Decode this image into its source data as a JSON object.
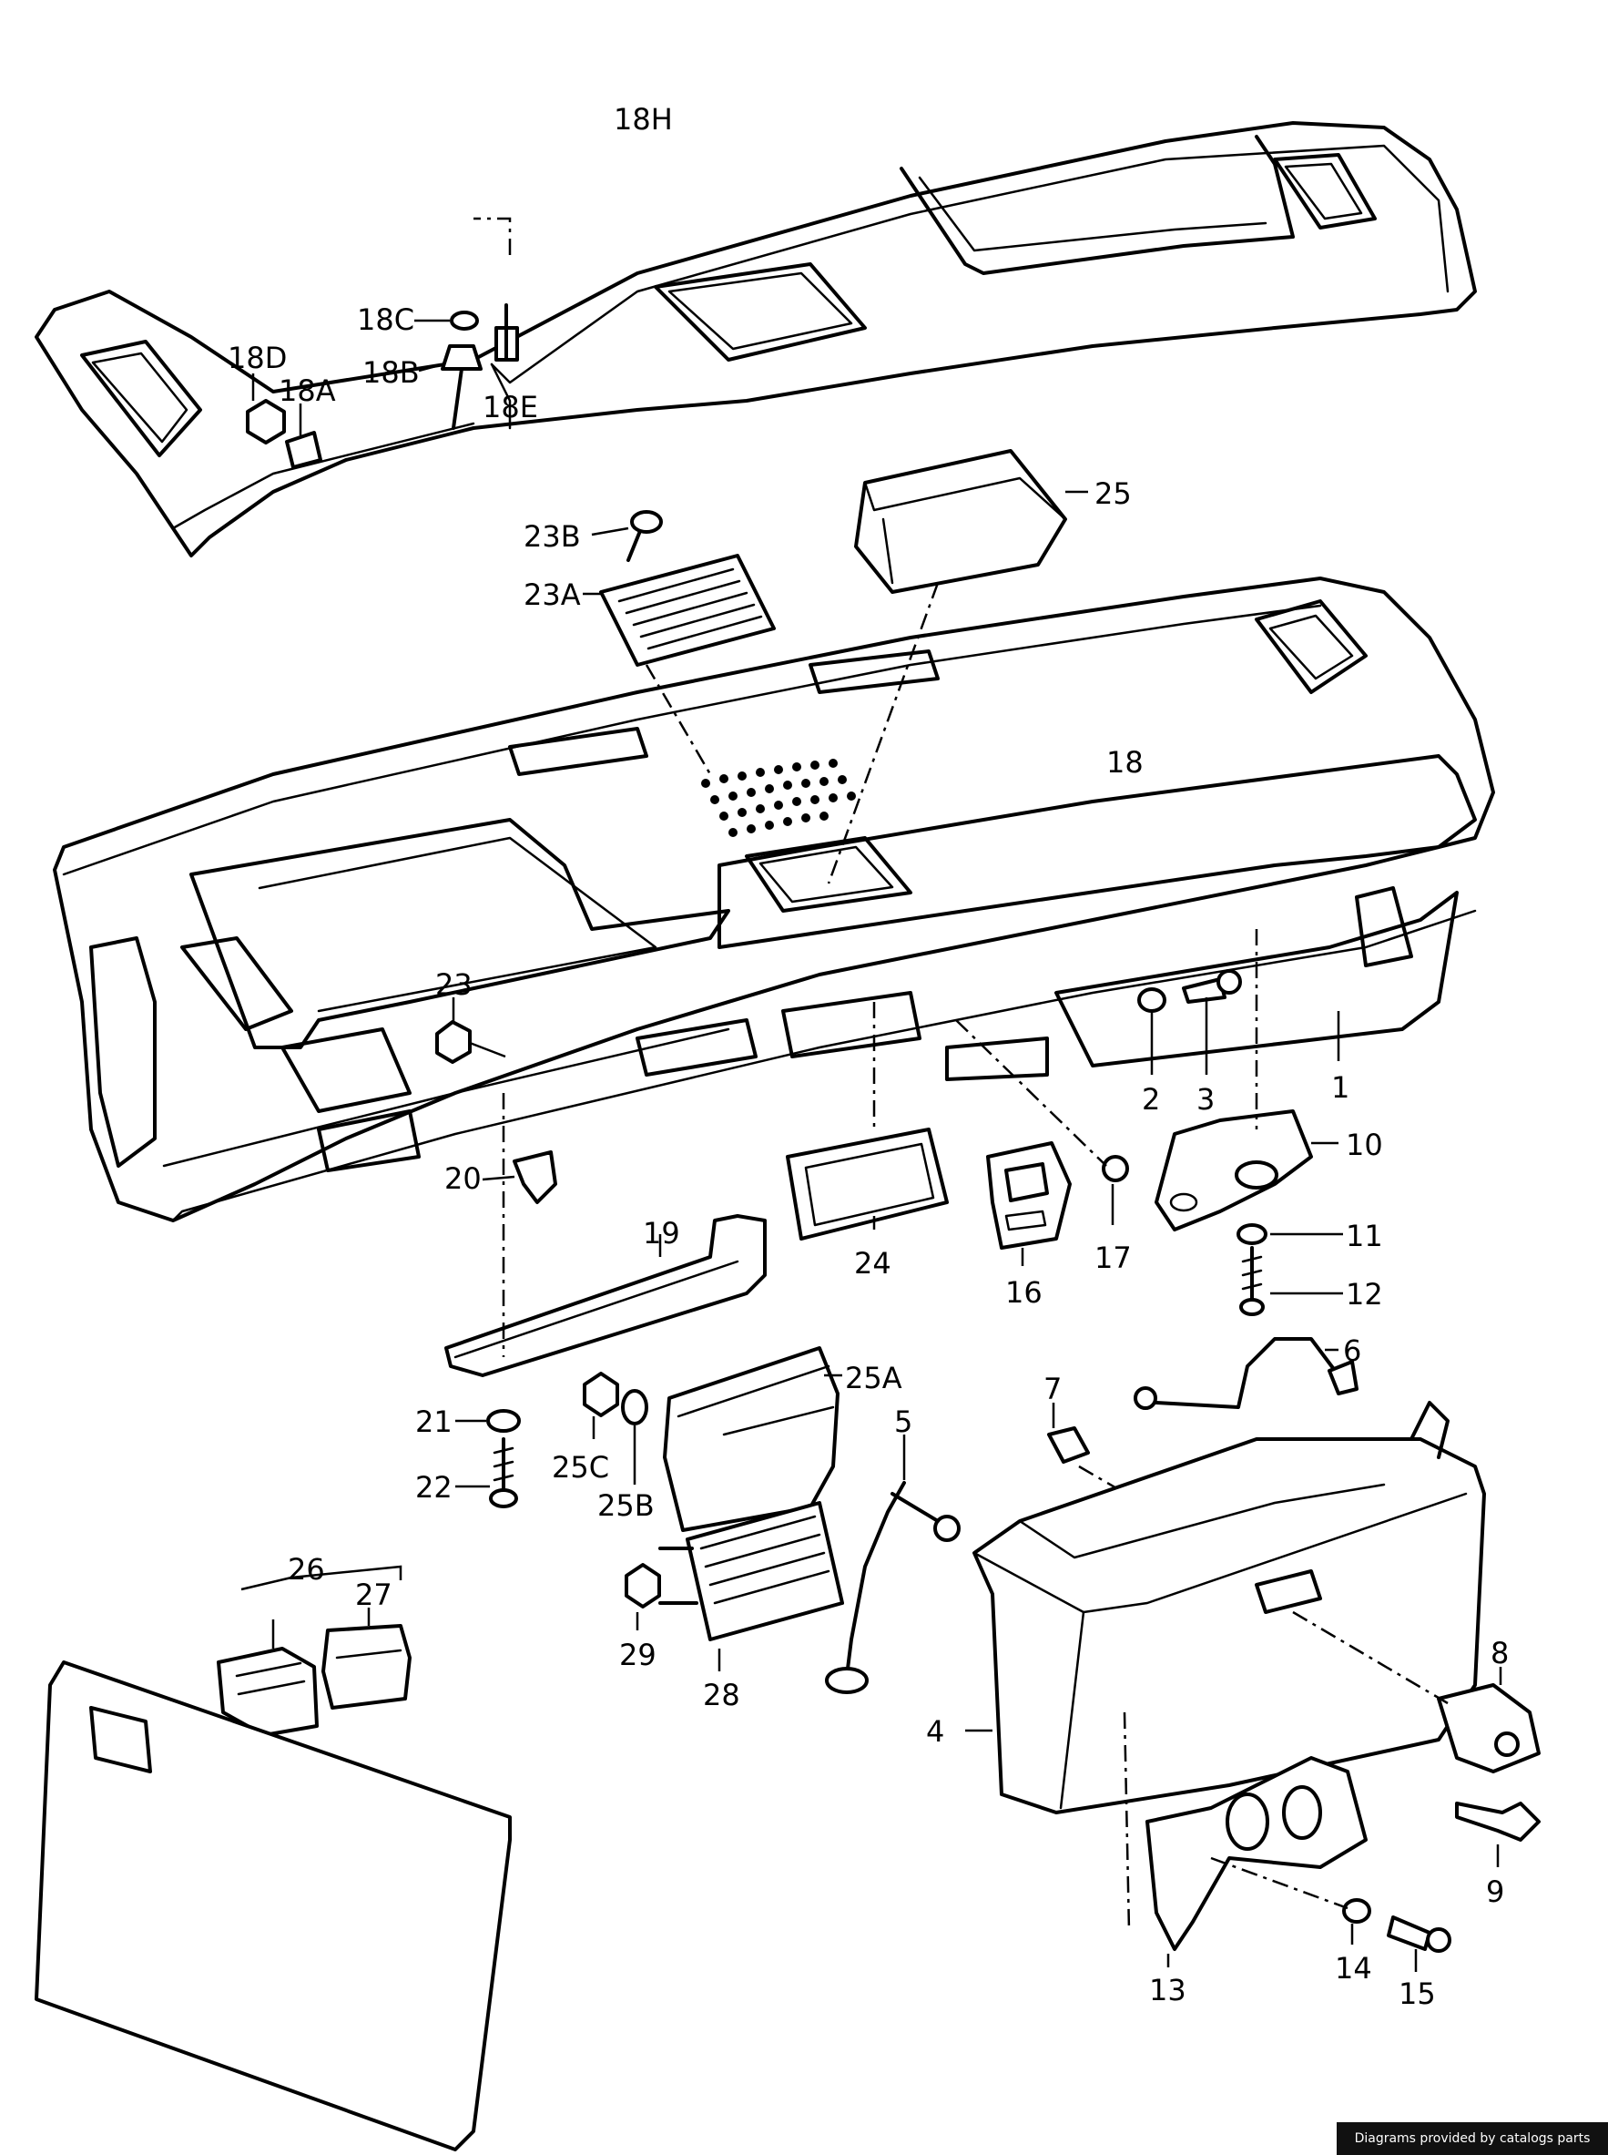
{
  "labels": [
    {
      "id": "18H",
      "text": "18H"
    },
    {
      "id": "18C",
      "text": "18C"
    },
    {
      "id": "18B",
      "text": "18B"
    },
    {
      "id": "18E",
      "text": "18E"
    },
    {
      "id": "18D",
      "text": "18D"
    },
    {
      "id": "18A",
      "text": "18A"
    },
    {
      "id": "25",
      "text": "25"
    },
    {
      "id": "23B",
      "text": "23B"
    },
    {
      "id": "23A",
      "text": "23A"
    },
    {
      "id": "18",
      "text": "18"
    },
    {
      "id": "23",
      "text": "23"
    },
    {
      "id": "2",
      "text": "2"
    },
    {
      "id": "3",
      "text": "3"
    },
    {
      "id": "1",
      "text": "1"
    },
    {
      "id": "10",
      "text": "10"
    },
    {
      "id": "20",
      "text": "20"
    },
    {
      "id": "19",
      "text": "19"
    },
    {
      "id": "24",
      "text": "24"
    },
    {
      "id": "16",
      "text": "16"
    },
    {
      "id": "17",
      "text": "17"
    },
    {
      "id": "11",
      "text": "11"
    },
    {
      "id": "12",
      "text": "12"
    },
    {
      "id": "6",
      "text": "6"
    },
    {
      "id": "25A",
      "text": "25A"
    },
    {
      "id": "7",
      "text": "7"
    },
    {
      "id": "5",
      "text": "5"
    },
    {
      "id": "21",
      "text": "21"
    },
    {
      "id": "22",
      "text": "22"
    },
    {
      "id": "25C",
      "text": "25C"
    },
    {
      "id": "25B",
      "text": "25B"
    },
    {
      "id": "26",
      "text": "26"
    },
    {
      "id": "27",
      "text": "27"
    },
    {
      "id": "29",
      "text": "29"
    },
    {
      "id": "28",
      "text": "28"
    },
    {
      "id": "4",
      "text": "4"
    },
    {
      "id": "8",
      "text": "8"
    },
    {
      "id": "9",
      "text": "9"
    },
    {
      "id": "13",
      "text": "13"
    },
    {
      "id": "14",
      "text": "14"
    },
    {
      "id": "15",
      "text": "15"
    }
  ],
  "credit": "Diagrams provided by catalogs parts"
}
